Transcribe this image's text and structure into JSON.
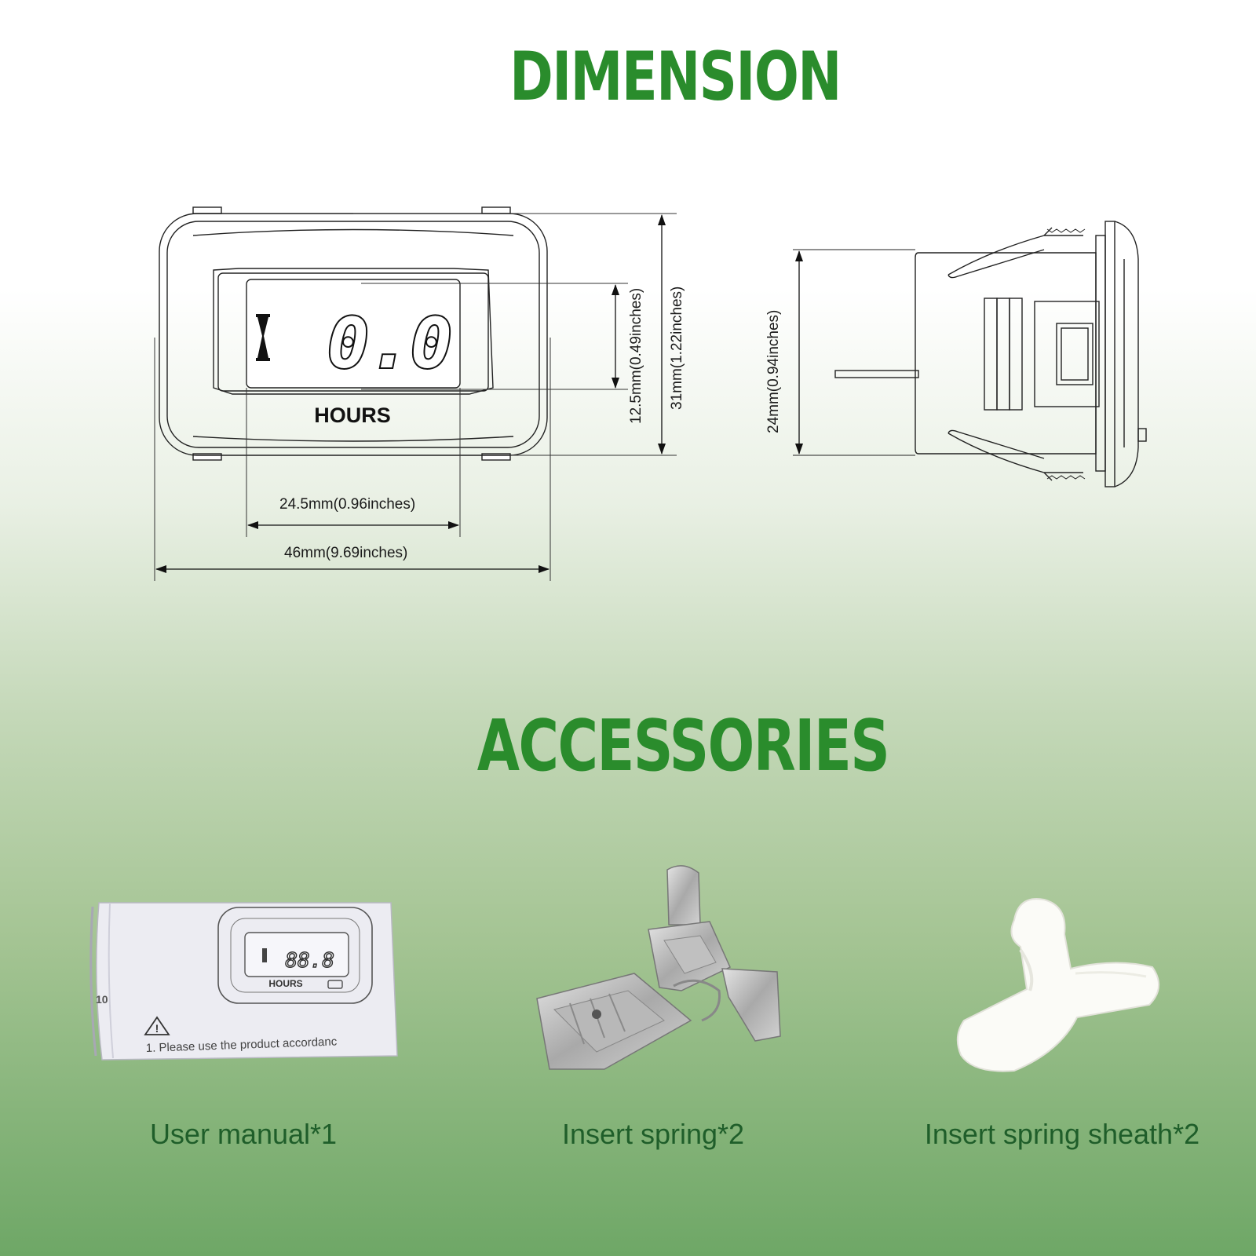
{
  "headings": {
    "dimension": "DIMENSION",
    "accessories": "ACCESSORIES"
  },
  "device": {
    "display_value": "0.0",
    "panel_label": "HOURS"
  },
  "dimensions": {
    "lcd_width": "24.5mm(0.96inches)",
    "total_width": "46mm(9.69inches)",
    "lcd_height": "12.5mm(0.49inches)",
    "total_height": "31mm(1.22inches)",
    "side_height": "24mm(0.94inches)"
  },
  "accessories": [
    {
      "label": "User manual*1"
    },
    {
      "label": "Insert spring*2"
    },
    {
      "label": "Insert spring sheath*2"
    }
  ],
  "manual": {
    "panel_label": "HOURS",
    "warning_text": "1. Please use the product accordanc",
    "edge_text": "10"
  },
  "colors": {
    "heading": "#2a8c2c",
    "accessory_label": "#1f5e2a"
  }
}
